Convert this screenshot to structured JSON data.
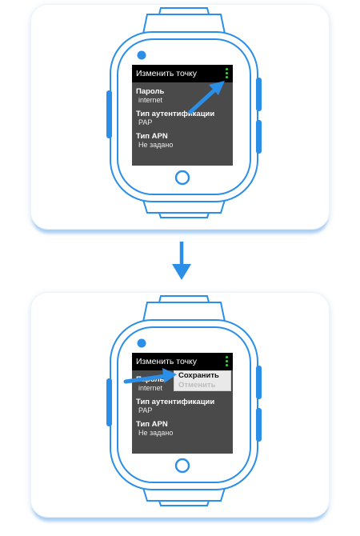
{
  "colors": {
    "accent": "#2b8fe8",
    "screen_bg": "#4a4a4a",
    "dot_green": "#3dd13d"
  },
  "step1": {
    "title": "Изменить точку",
    "fields": [
      {
        "label": "Пароль",
        "value": "internet"
      },
      {
        "label": "Тип аутентификации",
        "value": "PAP"
      },
      {
        "label": "Тип APN",
        "value": "Не задано"
      }
    ],
    "menu_icon": "more-vert-icon"
  },
  "step2": {
    "title": "Изменить точку",
    "fields": [
      {
        "label": "Пароль",
        "value": "internet"
      },
      {
        "label": "Тип аутентификации",
        "value": "PAP"
      },
      {
        "label": "Тип APN",
        "value": "Не задано"
      }
    ],
    "menu": {
      "save": "Сохранить",
      "cancel": "Отменить"
    }
  }
}
